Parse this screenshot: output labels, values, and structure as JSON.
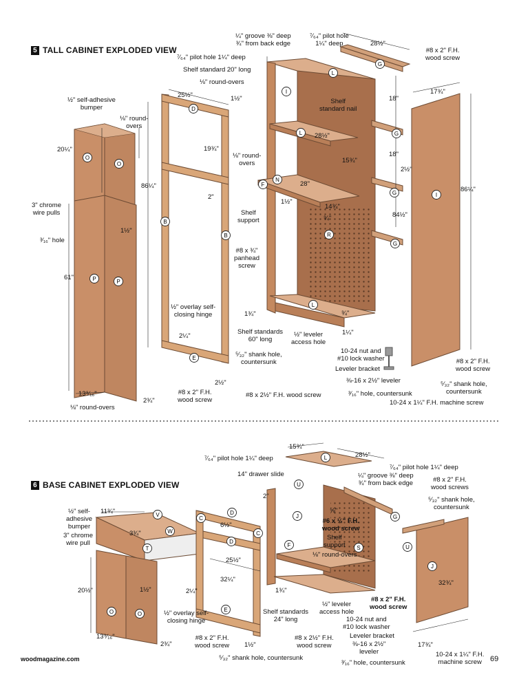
{
  "sections": {
    "tall": {
      "number": "5",
      "title": "TALL CABINET EXPLODED VIEW"
    },
    "base": {
      "number": "6",
      "title": "BASE CABINET EXPLODED VIEW"
    }
  },
  "footer": {
    "site": "woodmagazine.com",
    "page": "69"
  },
  "tall_labels": {
    "groove": "¼\" groove ⅜\" deep\n¾\" from back edge",
    "pilot_top": "⁷⁄₆₄\" pilot hole\n1¼\" deep",
    "w28_5_top": "28½\"",
    "screw_top": "#8 x 2\" F.H.\nwood screw",
    "pilot_left": "⁷⁄₆₄\" pilot hole 1¼\" deep",
    "shelf_std_20": "Shelf standard 20\" long",
    "roundovers_top": "⅛\" round-overs",
    "w25_5": "25½\"",
    "h1_5": "1½\"",
    "w17_75": "17¾\"",
    "bumper": "½\" self-adhesive\nbumper",
    "roundovers_door": "⅛\" round-\novers",
    "shelf_nail": "Shelf\nstandard nail",
    "h18a": "18\"",
    "h20_25": "20¼\"",
    "h19_75": "19¾\"",
    "w28_5_shelf": "28½\"",
    "h18b": "18\"",
    "w15_75": "15¾\"",
    "roundovers_shelf": "⅛\" round-\novers",
    "w28": "28\"",
    "h2_5": "2½\"",
    "h86_25_left": "86¼\"",
    "h2": "2\"",
    "h86_25_right": "86¼\"",
    "h1_5_shelf": "1½\"",
    "w14_75": "14¾\"",
    "pulls": "3\" chrome\nwire pulls",
    "shelf_support": "Shelf\nsupport",
    "d3_4": "¾\"",
    "h84_5": "84½\"",
    "h1_5_door": "1½\"",
    "hole_3_16": "³⁄₁₆\" hole",
    "panhead": "#8 x ¾\"\npanhead\nscrew",
    "h61": "61\"",
    "hinge": "½\" overlay self-\nclosing hinge",
    "h1_75": "1¾\"",
    "d3_4b": "¾\"",
    "h2_25": "2¼\"",
    "shelf_std_60": "Shelf standards\n60\" long",
    "leveler_hole": "½\" leveler\naccess hole",
    "w1_25": "1¼\"",
    "nut": "10-24 nut and\n#10 lock washer",
    "shank_mid": "⁵⁄₃₂\" shank hole,\ncountersunk",
    "leveler_bracket": "Leveler bracket",
    "screw_right": "#8 x 2\" F.H.\nwood screw",
    "w13_9_16": "13⁹⁄₁₆\"",
    "w2_5": "2½\"",
    "screw_bottom": "#8 x 2\" F.H.\nwood screw",
    "screw_2_5": "#8 x 2½\" F.H. wood screw",
    "leveler": "⅜-16 x 2½\" leveler",
    "shank_right": "⁵⁄₃₂\" shank hole,\ncountersunk",
    "w2_75": "2¾\"",
    "hole_countersunk": "³⁄₁₆\" hole, countersunk",
    "roundovers_bottom": "⅛\" round-overs",
    "machine_screw": "10-24 x 1¼\" F.H. machine screw"
  },
  "base_labels": {
    "w15_75": "15¾\"",
    "w28_5": "28½\"",
    "pilot_left": "⁷⁄₆₄\" pilot hole 1¼\" deep",
    "pilot_right": "⁷⁄₆₄\" pilot hole 1¼\" deep",
    "drawer_slide": "14\" drawer slide",
    "groove": "¼\" groove ⅜\" deep\n¾\" from back edge",
    "screws_top": "#8 x 2\" F.H.\nwood screws",
    "h2": "2\"",
    "shank_top": "⁵⁄₃₂\" shank hole,\ncountersunk",
    "bumper": "½\" self-\nadhesive\nbumper",
    "w11_75": "11¾\"",
    "d5_8": "⅝\"",
    "h6_5": "6½\"",
    "pull": "3\" chrome\nwire pull",
    "h3_75": "3¾\"",
    "fh_screw": "#6 x ½\" F.H.\nwood screw",
    "shelf_support": "Shelf\nsupport",
    "w25_5": "25½\"",
    "roundovers": "⅛\" round-overs",
    "h32_25_front": "32¼\"",
    "h20_5": "20½\"",
    "h1_5": "1½\"",
    "h32_75": "32¾\"",
    "h2_25": "2¼\"",
    "h1_75": "1¾\"",
    "hinge": "½\" overlay self-\nclosing hinge",
    "shelf_std": "Shelf standards\n24\" long",
    "leveler_hole": "½\" leveler\naccess hole",
    "screw_2": "#8 x 2\" F.H.\nwood screw",
    "nut": "10-24 nut and\n#10 lock washer",
    "screw_left": "#8 x 2\" F.H.\nwood screw",
    "screw_2_5": "#8 x 2½\" F.H.\nwood screw",
    "leveler_bracket": "Leveler bracket",
    "w13_9_16": "13⁹⁄₁₆\"",
    "w2_75": "2¾\"",
    "h1_5b": "1½\"",
    "leveler": "⅜-16 x 2½\"\nleveler",
    "w17_75": "17¾\"",
    "machine_screw": "10-24 x 1¼\" F.H.\nmachine screw",
    "shank_bottom": "⁵⁄₃₂\" shank hole, countersunk",
    "hole_countersunk": "³⁄₁₆\" hole, countersunk"
  },
  "part_letters": {
    "tall": [
      "G",
      "L",
      "I",
      "D",
      "O",
      "O",
      "L",
      "G",
      "F",
      "N",
      "G",
      "B",
      "B",
      "I",
      "P",
      "P",
      "R",
      "G",
      "L",
      "E"
    ],
    "base": [
      "L",
      "U",
      "J",
      "V",
      "W",
      "T",
      "C",
      "D",
      "D",
      "C",
      "F",
      "S",
      "G",
      "U",
      "J",
      "O",
      "O",
      "E"
    ]
  },
  "colors": {
    "wood": "#c8906a",
    "wood_dark": "#a86f4c",
    "wood_light": "#dcae8c",
    "frame": "#d9a678",
    "metal": "#8a8a8a"
  }
}
